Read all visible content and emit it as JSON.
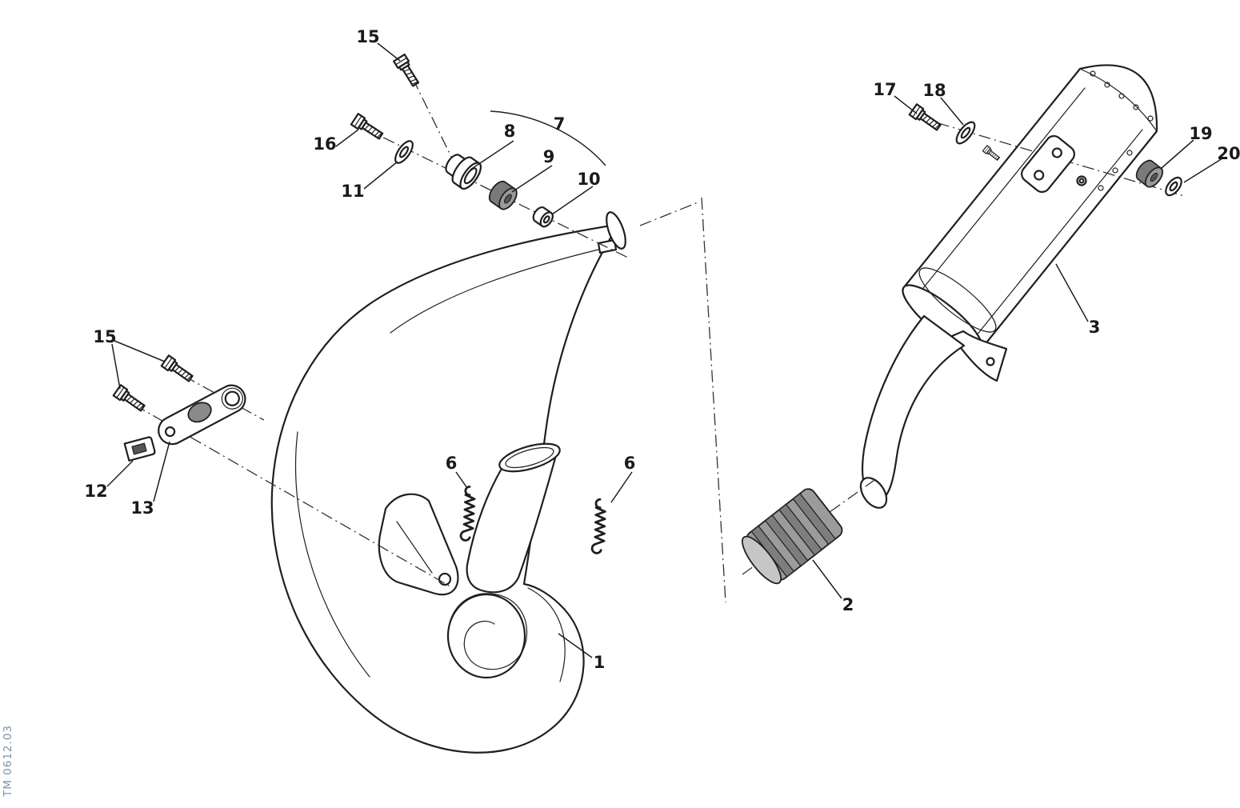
{
  "watermark": "TM 0612.03",
  "labels": {
    "l15_top": "15",
    "l16": "16",
    "l11": "11",
    "l8": "8",
    "l9": "9",
    "l7": "7",
    "l10": "10",
    "l6_left": "6",
    "l6_right": "6",
    "l1": "1",
    "l15_left": "15",
    "l12": "12",
    "l13": "13",
    "l2": "2",
    "l3": "3",
    "l17": "17",
    "l18": "18",
    "l19": "19",
    "l20": "20"
  },
  "colors": {
    "line": "#1f1f1f",
    "rubber_dark": "#7a7a7a",
    "sleeve_gray": "#9b9b9b",
    "watermark_blue": "#7d93ad"
  }
}
